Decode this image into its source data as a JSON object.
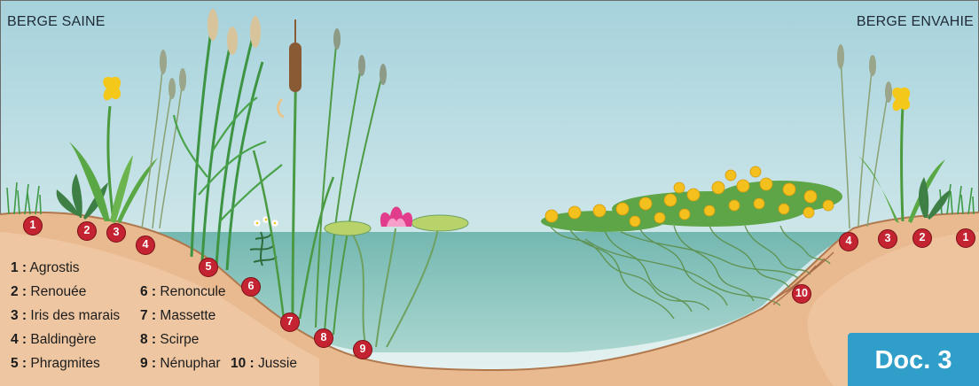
{
  "titles": {
    "left": "BERGE SAINE",
    "right": "BERGE ENVAHIE"
  },
  "legend": [
    {
      "num": "1 :",
      "name": "Agrostis"
    },
    {
      "num": "2 :",
      "name": "Renouée"
    },
    {
      "num": "3 :",
      "name": "Iris des marais"
    },
    {
      "num": "4 :",
      "name": "Baldingère"
    },
    {
      "num": "5 :",
      "name": "Phragmites"
    },
    {
      "num": "6 :",
      "name": "Renoncule"
    },
    {
      "num": "7 :",
      "name": "Massette"
    },
    {
      "num": "8 :",
      "name": "Scirpe"
    },
    {
      "num": "9 :",
      "name": "Nénuphar"
    },
    {
      "num": "10 :",
      "name": "Jussie"
    }
  ],
  "markers": {
    "left_bank": [
      "1",
      "2",
      "3",
      "4",
      "5",
      "6",
      "7",
      "8",
      "9"
    ],
    "invaded": "10",
    "right_bank": [
      "4",
      "3",
      "2",
      "1"
    ]
  },
  "badge": "Doc. 3",
  "colors": {
    "sky_top": "#a8d3dc",
    "water": "#7fbfb7",
    "bank": "#e9b98f",
    "marker": "#c42431",
    "badge": "#2f9fc9"
  }
}
